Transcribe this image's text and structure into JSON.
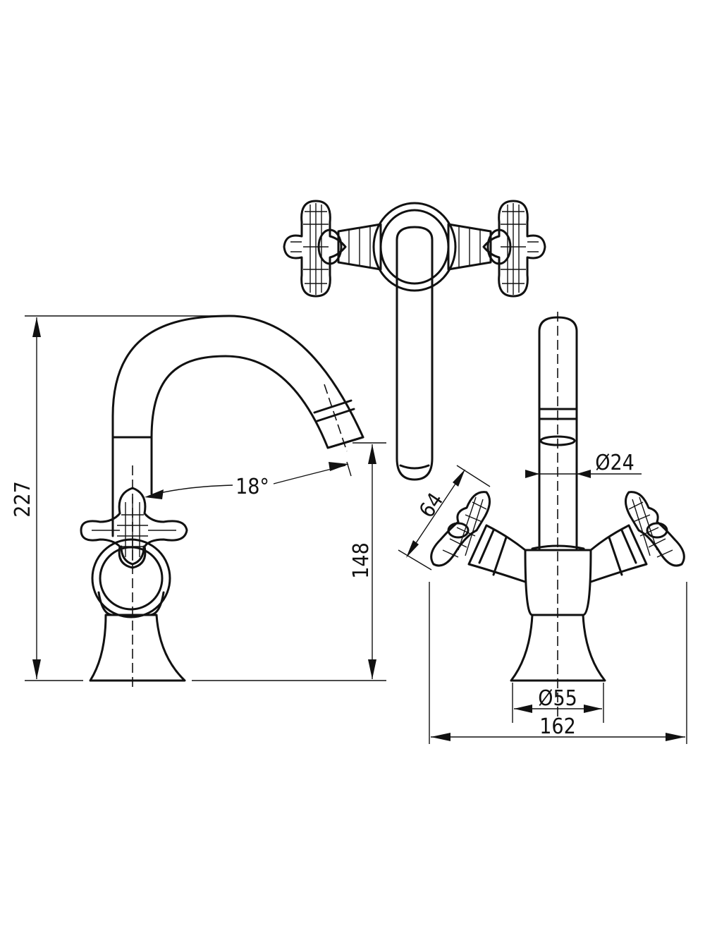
{
  "dimensions": {
    "total_height": "227",
    "spout_height": "148",
    "spout_angle": "18°",
    "handle_reach": "64",
    "spout_diameter": "Ø24",
    "base_diameter": "Ø55",
    "overall_width": "162"
  },
  "colors": {
    "line": "#111111",
    "background": "#ffffff"
  }
}
